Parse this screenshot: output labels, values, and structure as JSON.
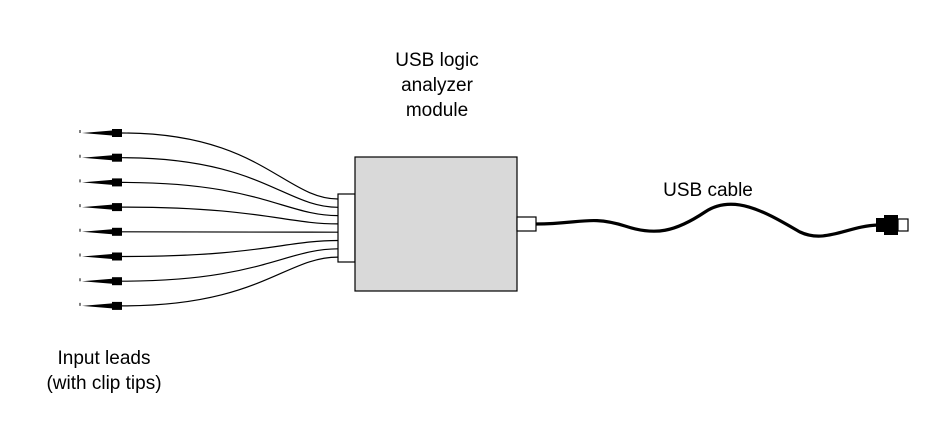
{
  "labels": {
    "module": [
      "USB logic",
      "analyzer",
      "module"
    ],
    "cable": "USB cable",
    "leads": [
      "Input leads",
      "(with clip tips)"
    ]
  },
  "colors": {
    "module_fill": "#d9d9d9",
    "outline": "#000000",
    "background": "#ffffff"
  },
  "icons": {
    "module": "logic-analyzer-box-icon",
    "lead_clip": "clip-tip-icon",
    "usb_plug": "usb-plug-icon"
  },
  "lead_count": 8
}
